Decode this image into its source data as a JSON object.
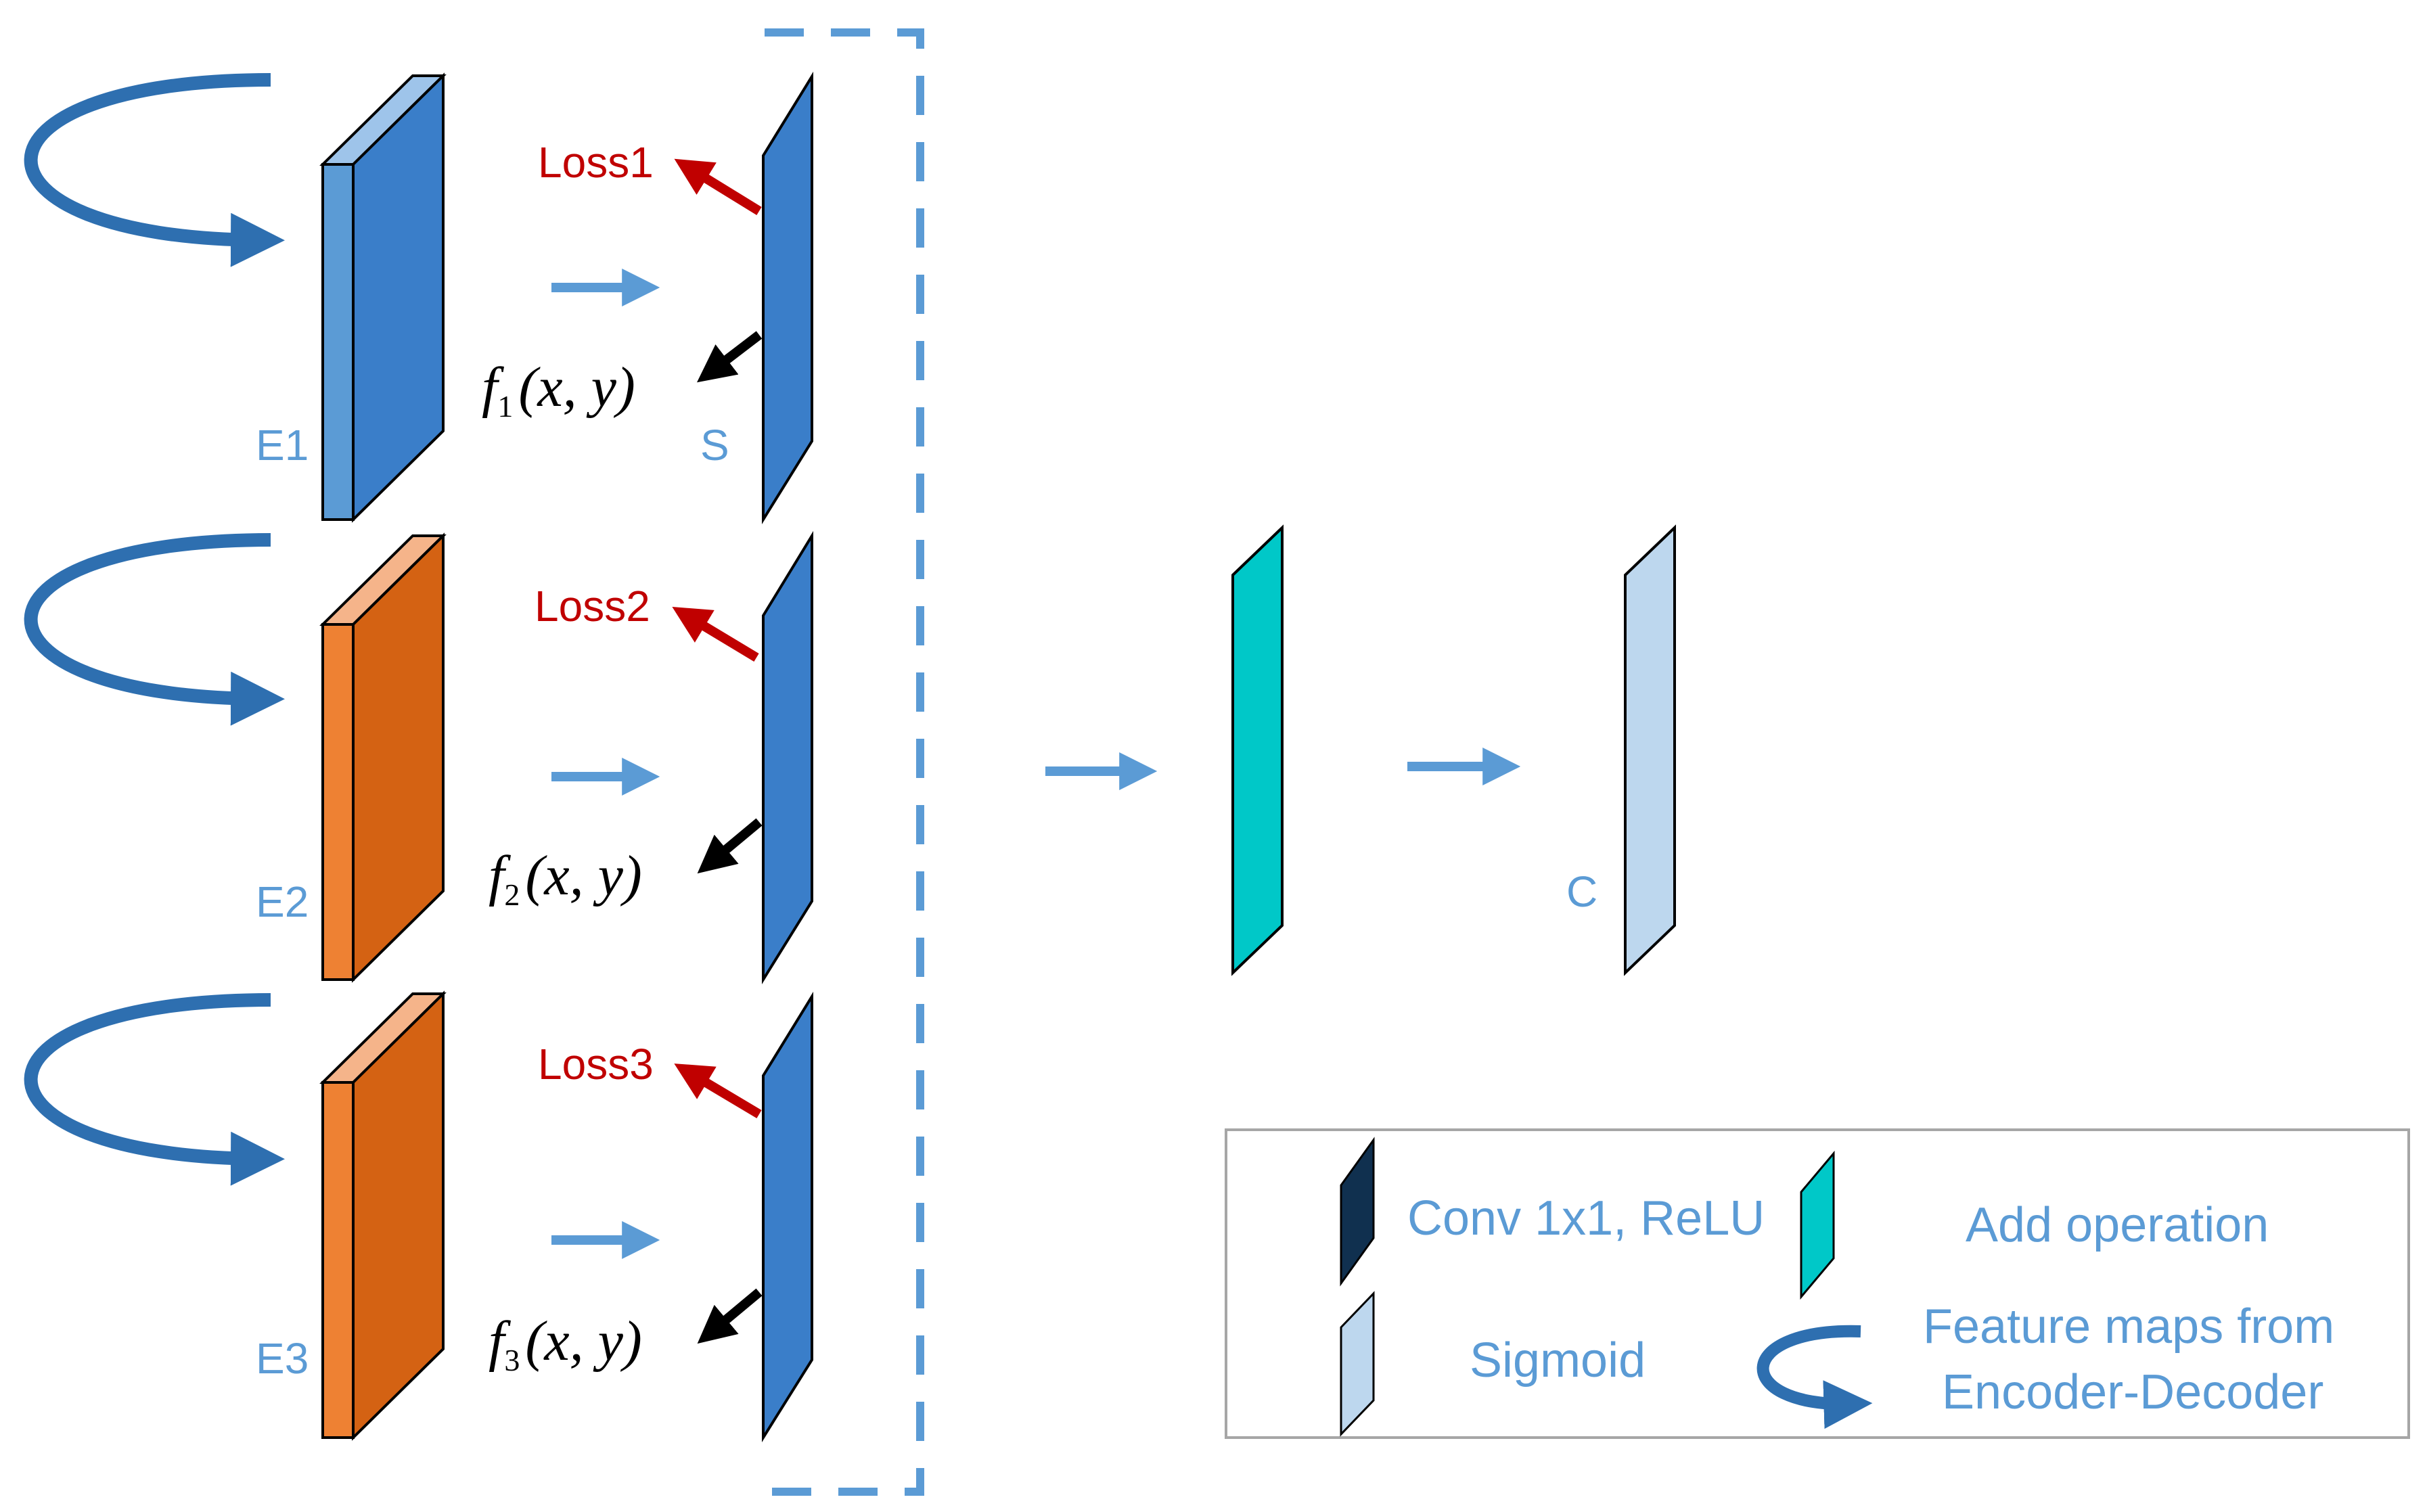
{
  "encoders": [
    {
      "label": "E1",
      "color": "#3a7ec9",
      "top_color": "#9ec4ea",
      "front_color": "#5b9bd5"
    },
    {
      "label": "E2",
      "color": "#d46213",
      "top_color": "#f5b48a",
      "front_color": "#ee8133"
    },
    {
      "label": "E3",
      "color": "#d46213",
      "top_color": "#f5b48a",
      "front_color": "#ee8133"
    }
  ],
  "branches": [
    {
      "loss": "Loss1",
      "func": "f",
      "sub": "1",
      "args": "(x, y)"
    },
    {
      "loss": "Loss2",
      "func": "f",
      "sub": "2",
      "args": "(x, y)"
    },
    {
      "loss": "Loss3",
      "func": "f",
      "sub": "3",
      "args": "(x, y)"
    }
  ],
  "s_label": "S",
  "c_label": "C",
  "colors": {
    "side_layer": "#3a7ec9",
    "add_layer": "#00c8c8",
    "sigmoid_layer": "#bdd7ee",
    "conv_legend": "#10304f",
    "arrow_blue": "#5b9bd5",
    "curve_blue": "#2e6fb0",
    "loss_red": "#c00000",
    "dashed_box": "#5b9bd5"
  },
  "legend": {
    "conv": "Conv 1x1, ReLU",
    "add": "Add  operation",
    "sigmoid": "Sigmoid",
    "feature_line1": "Feature maps from",
    "feature_line2": "Encoder-Decoder"
  }
}
